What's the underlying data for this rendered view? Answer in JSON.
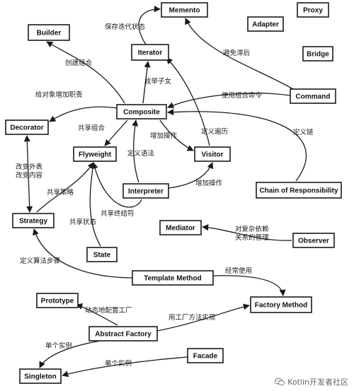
{
  "nodes": [
    {
      "id": "memento",
      "label": "Memento"
    },
    {
      "id": "proxy",
      "label": "Proxy"
    },
    {
      "id": "builder",
      "label": "Builder"
    },
    {
      "id": "adapter",
      "label": "Adapter"
    },
    {
      "id": "iterator",
      "label": "Iterator"
    },
    {
      "id": "bridge",
      "label": "Bridge"
    },
    {
      "id": "command",
      "label": "Command"
    },
    {
      "id": "composite",
      "label": "Composite"
    },
    {
      "id": "decorator",
      "label": "Decorator"
    },
    {
      "id": "flyweight",
      "label": "Flyweight"
    },
    {
      "id": "visitor",
      "label": "Visitor"
    },
    {
      "id": "interpreter",
      "label": "Interpreter"
    },
    {
      "id": "chain",
      "label": "Chain of Responsibility"
    },
    {
      "id": "strategy",
      "label": "Strategy"
    },
    {
      "id": "mediator",
      "label": "Mediator"
    },
    {
      "id": "observer",
      "label": "Observer"
    },
    {
      "id": "state",
      "label": "State"
    },
    {
      "id": "template_method",
      "label": "Template Method"
    },
    {
      "id": "prototype",
      "label": "Prototype"
    },
    {
      "id": "factory_method",
      "label": "Factory Method"
    },
    {
      "id": "abstract_factory",
      "label": "Abstract Factory"
    },
    {
      "id": "facade",
      "label": "Facade"
    },
    {
      "id": "singleton",
      "label": "Singleton"
    }
  ],
  "edges": [
    {
      "id": "e1",
      "from": "iterator",
      "to": "memento",
      "label": "保存迭代状态"
    },
    {
      "id": "e2",
      "from": "command",
      "to": "memento",
      "label": "避免滞后"
    },
    {
      "id": "e3",
      "from": "composite",
      "to": "builder",
      "label": "创建组合"
    },
    {
      "id": "e4",
      "from": "composite",
      "to": "iterator",
      "label": "枚举子女"
    },
    {
      "id": "e5",
      "from": "command",
      "to": "composite",
      "label": "使用组合命令"
    },
    {
      "id": "e6",
      "from": "composite",
      "to": "decorator",
      "label": "给对象增加职责"
    },
    {
      "id": "e7",
      "from": "composite",
      "to": "flyweight",
      "label": "共享组合"
    },
    {
      "id": "e8",
      "from": "composite",
      "to": "visitor",
      "label": "增加操作"
    },
    {
      "id": "e9",
      "from": "visitor",
      "to": "iterator",
      "label": "定义遍历"
    },
    {
      "id": "e10",
      "from": "chain",
      "to": "composite",
      "label": "定义链"
    },
    {
      "id": "e11",
      "from": "interpreter",
      "to": "composite",
      "label": "定义语法"
    },
    {
      "id": "e12",
      "from": "interpreter",
      "to": "visitor",
      "label": "增加操作"
    },
    {
      "id": "e13",
      "from": "decorator",
      "to": "strategy",
      "label": "改变外表 改变内容"
    },
    {
      "id": "e14",
      "from": "strategy",
      "to": "flyweight",
      "label": "共享策略"
    },
    {
      "id": "e15",
      "from": "interpreter",
      "to": "flyweight",
      "label": "共享终结符"
    },
    {
      "id": "e16",
      "from": "state",
      "to": "flyweight",
      "label": "共享状态"
    },
    {
      "id": "e17",
      "from": "observer",
      "to": "mediator",
      "label": "对复杂依赖 关系的管理"
    },
    {
      "id": "e18",
      "from": "template_method",
      "to": "strategy",
      "label": "定义算法步骤"
    },
    {
      "id": "e19",
      "from": "template_method",
      "to": "factory_method",
      "label": "经常使用"
    },
    {
      "id": "e20",
      "from": "abstract_factory",
      "to": "prototype",
      "label": "动态地配置工厂"
    },
    {
      "id": "e21",
      "from": "abstract_factory",
      "to": "factory_method",
      "label": "用工厂方法实现"
    },
    {
      "id": "e22",
      "from": "abstract_factory",
      "to": "singleton",
      "label": "单个实例"
    },
    {
      "id": "e23",
      "from": "facade",
      "to": "singleton",
      "label": "单个实例"
    }
  ],
  "watermark": {
    "text": "Kotlin开发者社区",
    "icon": "wechat-icon"
  },
  "colors": {
    "stroke": "#1a1a1a",
    "background": "#ffffff",
    "watermark": "#666666"
  }
}
